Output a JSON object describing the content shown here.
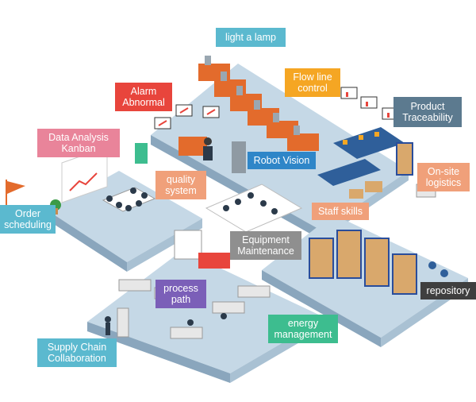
{
  "labels": {
    "light_a_lamp": "light a lamp",
    "flow_line_control": "Flow line\ncontrol",
    "alarm_abnormal": "Alarm\nAbnormal",
    "product_traceability": "Product\nTraceability",
    "data_analysis_kanban": "Data Analysis\nKanban",
    "robot_vision": "Robot Vision",
    "quality_system": "quality\nsystem",
    "on_site_logistics": "On-site\nlogistics",
    "order_scheduling": "Order\nscheduling",
    "staff_skills": "Staff skills",
    "equipment_maintenance": "Equipment\nMaintenance",
    "repository": "repository",
    "process_path": "process\npath",
    "energy_management": "energy\nmanagement",
    "supply_chain_collaboration": "Supply Chain\nCollaboration"
  },
  "colors": {
    "teal": "#5bb9cf",
    "orange": "#f5a623",
    "red": "#e8453c",
    "slate": "#5c7a8f",
    "pink": "#e9849a",
    "blue": "#2f86c8",
    "salmon": "#f0a07a",
    "gray": "#8f8f8f",
    "dark": "#3f3f3f",
    "purple": "#7b5fb8",
    "green": "#3dbd8f",
    "floor": "#c5d8e6",
    "floor_side": "#8aa6bd"
  }
}
